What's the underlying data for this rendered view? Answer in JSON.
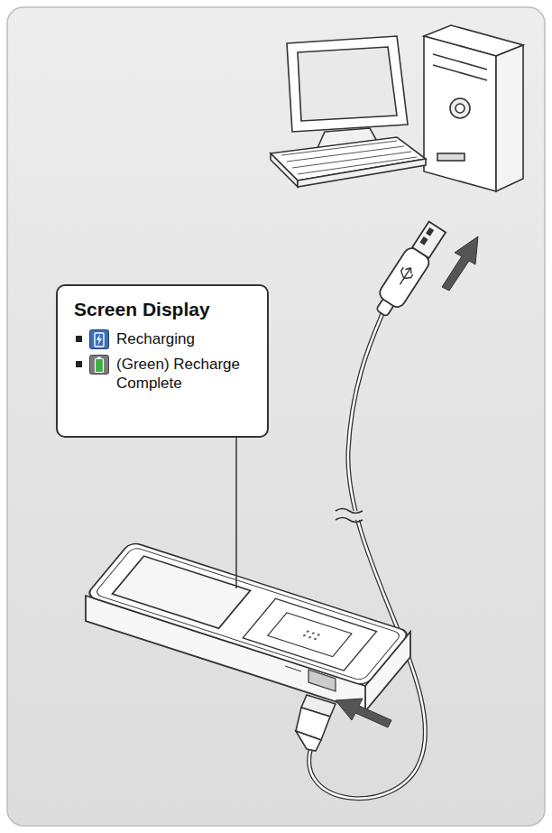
{
  "diagram": {
    "nodes": [
      {
        "text": [
          "Screen Display",
          "Recharging",
          "(Green) Recharge Complete"
        ]
      }
    ]
  }
}
